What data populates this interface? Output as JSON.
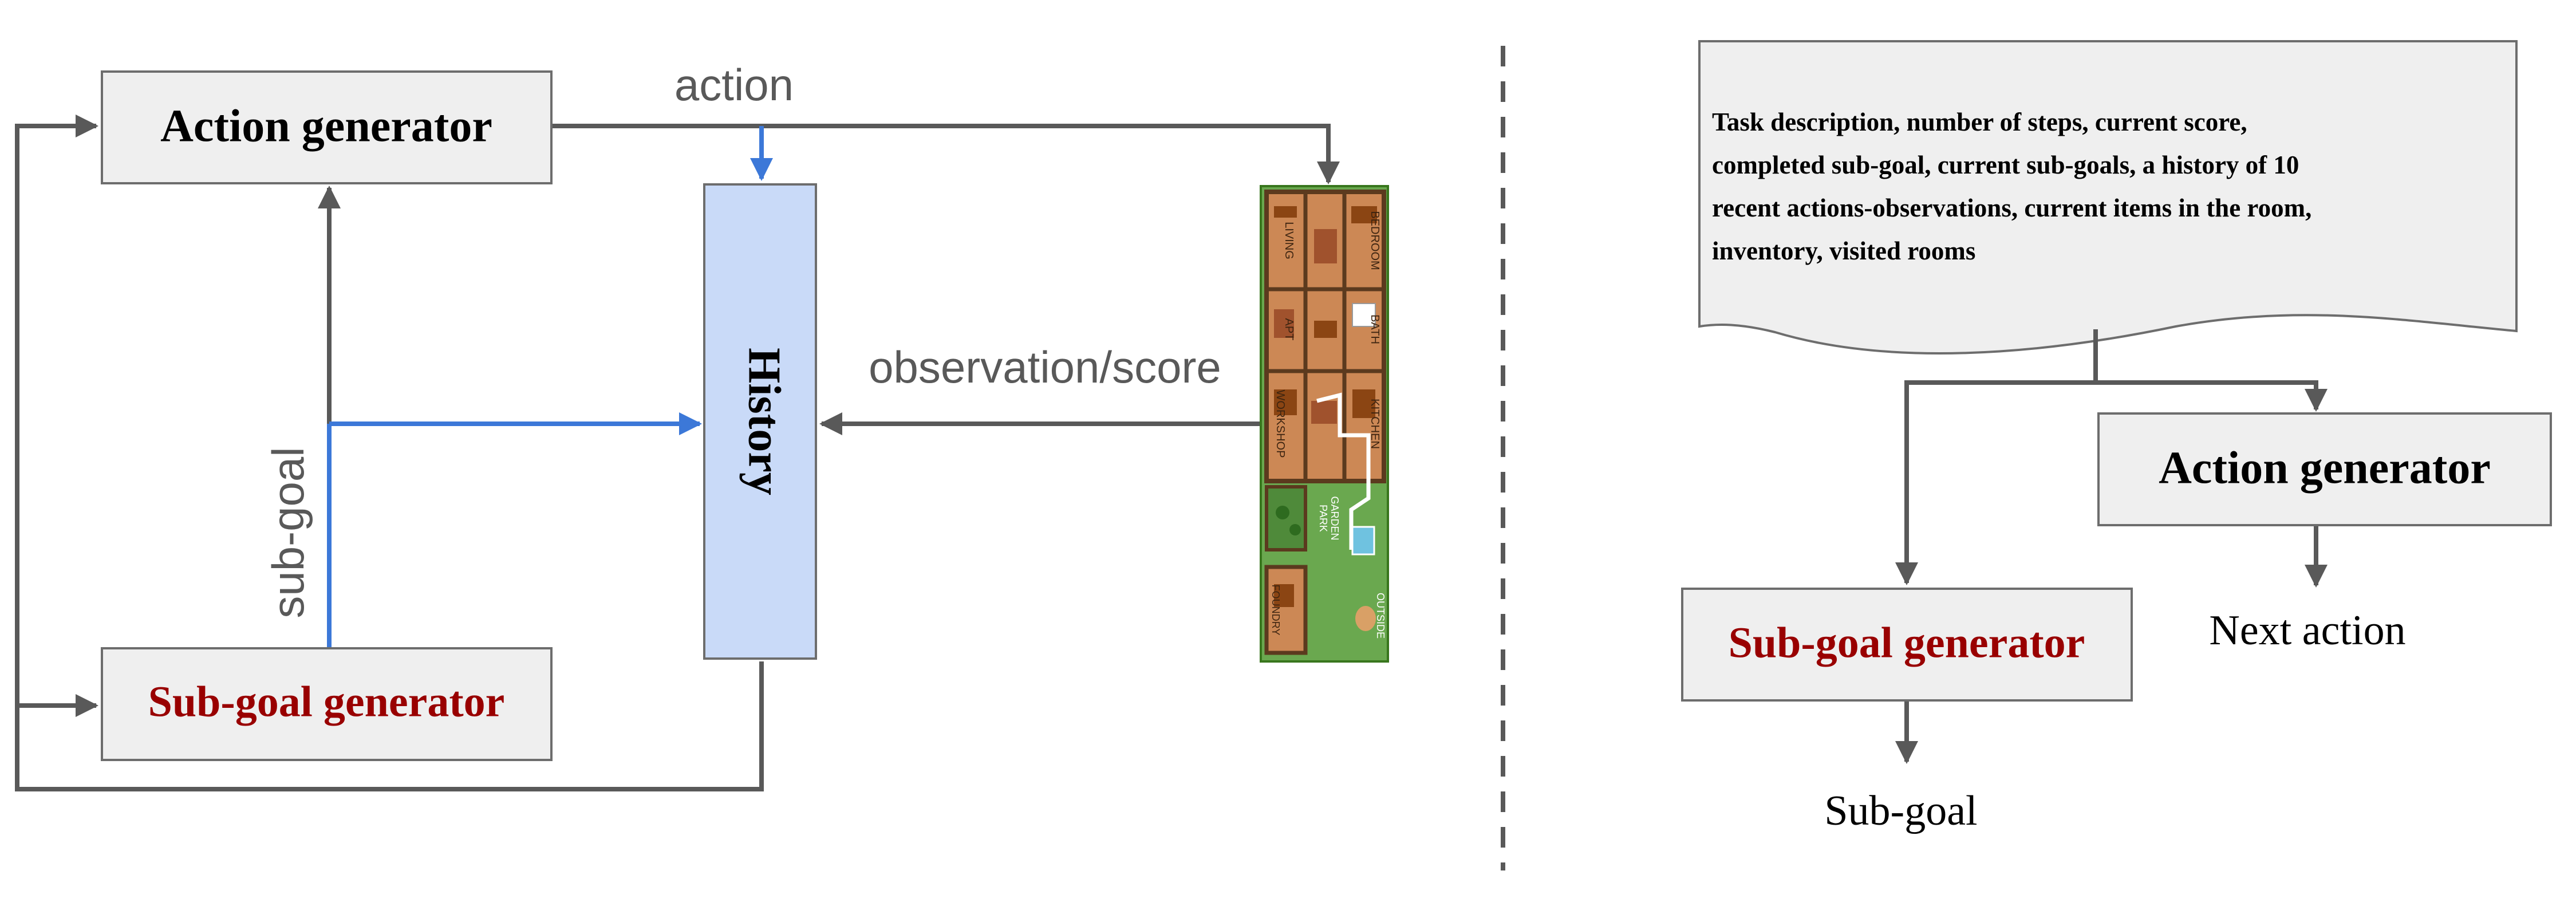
{
  "left_diagram": {
    "action_generator": {
      "label": "Action generator"
    },
    "subgoal_generator": {
      "label": "Sub-goal generator"
    },
    "history": {
      "label": "History"
    },
    "edge_labels": {
      "action": "action",
      "observation_score": "observation/score",
      "subgoal": "sub-goal"
    },
    "game_map": {
      "room_labels": [
        "LIVING",
        "BEDROOM",
        "APT",
        "BATH",
        "WORKSHOP",
        "KITCHEN",
        "PARK",
        "GARDEN",
        "FOUNDRY",
        "OUTSIDE"
      ]
    }
  },
  "right_diagram": {
    "prompt_document": {
      "lines": [
        "Task description, number of steps, current score,",
        "completed sub-goal, current sub-goals, a history of 10",
        "recent actions-observations, current items in the room,",
        "inventory, visited rooms"
      ]
    },
    "action_generator": {
      "label": "Action generator",
      "output": "Next action"
    },
    "subgoal_generator": {
      "label": "Sub-goal generator",
      "output": "Sub-goal"
    }
  },
  "colors": {
    "arrow_gray": "#595959",
    "arrow_blue": "#3c78d8",
    "box_fill": "#efefef",
    "box_stroke": "#6d6d6d",
    "history_fill": "#c9daf8",
    "history_stroke": "#6d6d6d",
    "subgoal_text": "#990000",
    "edge_label_gray": "#595959",
    "doc_fill": "#efefef",
    "grass": "#6aa84f",
    "floor": "#cc8855",
    "wall": "#5b3a1e"
  }
}
